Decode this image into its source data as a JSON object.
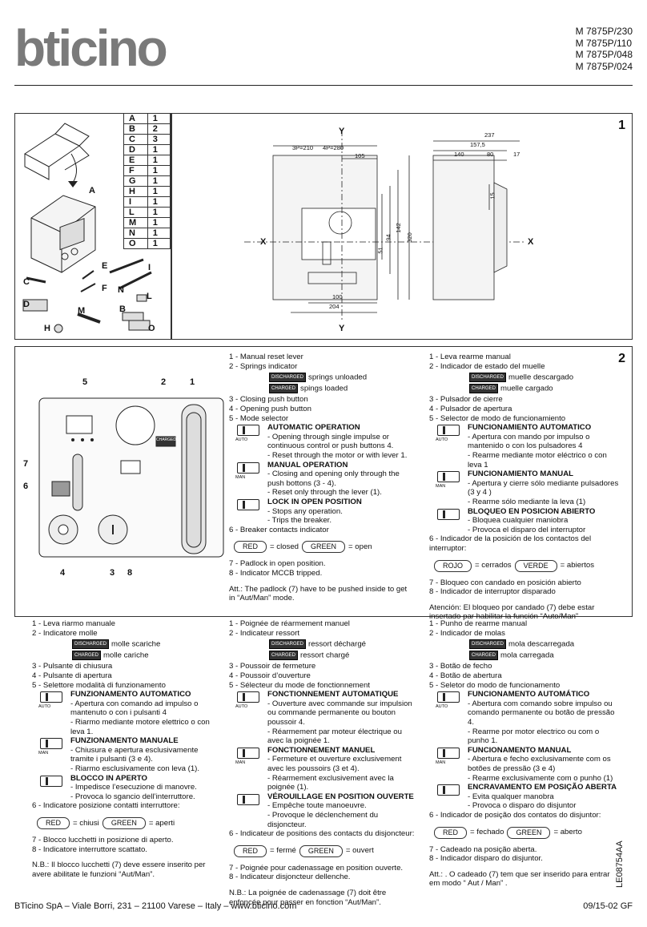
{
  "header": {
    "brand": "bticino",
    "models": [
      "M 7875P/230",
      "M 7875P/110",
      "M 7875P/048",
      "M 7875P/024"
    ]
  },
  "panel1": {
    "number": "1",
    "parts": [
      [
        "A",
        "1"
      ],
      [
        "B",
        "2"
      ],
      [
        "C",
        "3"
      ],
      [
        "D",
        "1"
      ],
      [
        "E",
        "1"
      ],
      [
        "F",
        "1"
      ],
      [
        "G",
        "1"
      ],
      [
        "H",
        "1"
      ],
      [
        "I",
        "1"
      ],
      [
        "L",
        "1"
      ],
      [
        "M",
        "1"
      ],
      [
        "N",
        "1"
      ],
      [
        "O",
        "1"
      ]
    ],
    "callouts": [
      "A",
      "E",
      "I",
      "C",
      "F",
      "N",
      "L",
      "D",
      "M",
      "B",
      "H",
      "O"
    ],
    "axis_x": "X",
    "axis_y": "Y",
    "dims": [
      "3P=210",
      "4P=280",
      "105",
      "237",
      "157,5",
      "140",
      "80",
      "17",
      "15",
      "142",
      "94",
      "51",
      "320",
      "100",
      "204"
    ]
  },
  "panel2": {
    "number": "2",
    "callouts": [
      "5",
      "2",
      "1",
      "7",
      "6",
      "4",
      "3",
      "8"
    ],
    "charged": "CHARGED"
  },
  "indicator": {
    "discharged": "DISCHARGED",
    "charged": "CHARGED",
    "auto": "AUTO",
    "man": "MAN",
    "red": "RED",
    "green": "GREEN",
    "rojo": "ROJO",
    "verde": "VERDE"
  },
  "en": {
    "i1": "1 -  Manual reset lever",
    "i2": "2 -  Springs indicator",
    "s1": "springs unloaded",
    "s2": "spings loaded",
    "i3": "3 -  Closing push button",
    "i4": "4 -  Opening push button",
    "i5": "5 -  Mode selector",
    "auto_h": "AUTOMATIC OPERATION",
    "auto_1": "- Opening through single impulse or continuous control or push buttons 4.",
    "auto_2": "- Reset through the motor or with lever 1.",
    "man_h": "MANUAL OPERATION",
    "man_1": "- Closing and opening only through the push bottons (3 - 4).",
    "man_2": "- Reset only through the lever (1).",
    "lock_h": "LOCK IN OPEN POSITION",
    "lock_1": "- Stops any operation.",
    "lock_2": "- Trips the breaker.",
    "i6": "6 -  Breaker contacts indicator",
    "closed": "= closed",
    "open": "= open",
    "i7": "7 - Padlock in open position.",
    "i8": "8 - Indicator MCCB tripped.",
    "note": "Att.: The padlock (7) have to be pushed inside to get in “Aut/Man” mode."
  },
  "es": {
    "i1": "1 -  Leva rearme manual",
    "i2": "2 -  Indicador de estado del muelle",
    "s1": "muelle descargado",
    "s2": "muelle cargado",
    "i3": "3 -  Pulsador de cierre",
    "i4": "4 -  Pulsador de apertura",
    "i5": "5 -  Selector de modo de funcionamiento",
    "auto_h": "FUNCIONAMIENTO AUTOMATICO",
    "auto_1": "- Apertura con mando por impulso o mantenido o con los pulsadores 4",
    "auto_2": "- Rearme mediante motor eléctrico o con leva 1",
    "man_h": "FUNCIONAMIENTO MANUAL",
    "man_1": "- Apertura y cierre sólo mediante pulsadores (3 y 4 )",
    "man_2": "- Rearme sólo mediante la leva (1)",
    "lock_h": "BLOQUEO EN POSICION ABIERTO",
    "lock_1": "- Bloquea cualquier maniobra",
    "lock_2": "- Provoca el disparo del interruptor",
    "i6": "6 -  Indicador de la posición de los contactos del interruptor:",
    "closed": "= cerrados",
    "open": "= abiertos",
    "i7": "7 - Bloqueo con candado en posición abierto",
    "i8": "8 - Indicador de interruptor disparado",
    "note": "Atención: El bloqueo por candado (7) debe estar insertado par habilitar la función “Auto/Man”"
  },
  "it": {
    "i1": "1 -  Leva riarmo manuale",
    "i2": "2 -  Indicatore molle",
    "s1": "molle scariche",
    "s2": "molle cariche",
    "i3": "3 -  Pulsante di chiusura",
    "i4": "4 -  Pulsante di apertura",
    "i5": "5 -  Selettore modalità di funzionamento",
    "auto_h": "FUNZIONAMENTO AUTOMATICO",
    "auto_1": "- Apertura con comando ad impulso o mantenuto o con i pulsanti 4",
    "auto_2": "- Riarmo mediante motore elettrico o con leva 1.",
    "man_h": "FUNZIONAMENTO MANUALE",
    "man_1": "- Chiusura e apertura esclusivamente tramite i pulsanti (3 e 4).",
    "man_2": "- Riarmo esclusivamente con leva (1).",
    "lock_h": "BLOCCO IN APERTO",
    "lock_1": "- Impedisce l’esecuzione di manovre.",
    "lock_2": "- Provoca lo sgancio dell’interruttore.",
    "i6": "6 -  Indicatore posizione contatti interruttore:",
    "closed": "= chiusi",
    "open": "= aperti",
    "i7": "7 - Blocco lucchetti in posizione di aperto.",
    "i8": "8 - Indicatore interruttore scattato.",
    "note": "N.B.: Il blocco lucchetti (7) deve essere inserito per avere abilitate le funzioni “Aut/Man”."
  },
  "fr": {
    "i1": "1 -  Poignée de réarmement manuel",
    "i2": "2 -  Indicateur ressort",
    "s1": "ressort déchargé",
    "s2": "ressort chargé",
    "i3": "3 - Poussoir de fermeture",
    "i4": "4 - Poussoir d’ouverture",
    "i5": "5 - Sélecteur du mode de fonctionnement",
    "auto_h": "FONCTIONNEMENT AUTOMATIQUE",
    "auto_1": "- Ouverture avec commande sur impulsion ou commande permanente ou bouton poussoir 4.",
    "auto_2": "- Réarmement par moteur électrique ou avec la poignée 1.",
    "man_h": "FONCTIONNEMENT MANUEL",
    "man_1": "- Fermeture et ouverture exclusivement avec les poussoirs (3 et 4).",
    "man_2": "- Réarmement exclusivement avec la poignée (1).",
    "lock_h": "VÉROUILLAGE EN POSITION OUVERTE",
    "lock_1": "- Empêche toute manoeuvre.",
    "lock_2": "- Provoque le déclenchement du disjoncteur.",
    "i6": "6 - Indicateur de positions des contacts du disjoncteur:",
    "closed": "= fermé",
    "open": "= ouvert",
    "i7": "7 - Poignée pour cadenassage en position ouverte.",
    "i8": "8 - Indicateur disjoncteur dellenche.",
    "note": "N.B.: La poignée de cadenassage (7) doit être enfoncée pour passer en fonction “Aut/Man”."
  },
  "pt": {
    "i1": "1 -  Punho de rearme manual",
    "i2": "2 -  Indicador de molas",
    "s1": "mola descarregada",
    "s2": "mola carregada",
    "i3": "3 -  Botão de fecho",
    "i4": "4 -  Botão de abertura",
    "i5": "5 -  Seletor do modo de funcionamento",
    "auto_h": "FUNCIONAMENTO AUTOMÁTICO",
    "auto_1": "- Abertura com comando sobre impulso ou comando permanente ou botão de pressão 4.",
    "auto_2": "- Rearme por motor electrico ou com o punho 1.",
    "man_h": "FUNCIONAMENTO MANUAL",
    "man_1": "- Abertura e fecho exclusivamente com os botões de pressão (3 e 4)",
    "man_2": "- Rearme exclusivamente com o punho (1)",
    "lock_h": "ENCRAVAMENTO EM POSIÇÃO ABERTA",
    "lock_1": "- Evita qualquer manobra",
    "lock_2": "- Provoca o disparo do disjuntor",
    "i6": "6 - Indicador de posição dos contatos do disjuntor:",
    "closed": "= fechado",
    "open": "= aberto",
    "i7": "7 - Cadeado na posição aberta.",
    "i8": "8 - Indicador disparo do disjuntor.",
    "note": "Att.: . O cadeado (7) tem que ser inserido  para entrar em modo “ Aut / Man” ."
  },
  "footer": {
    "company": "BTicino SpA – Viale Borri, 231 – 21100 Varese – Italy – www.bticino.com",
    "date": "09/15-02 GF",
    "code": "LE08754AA"
  }
}
